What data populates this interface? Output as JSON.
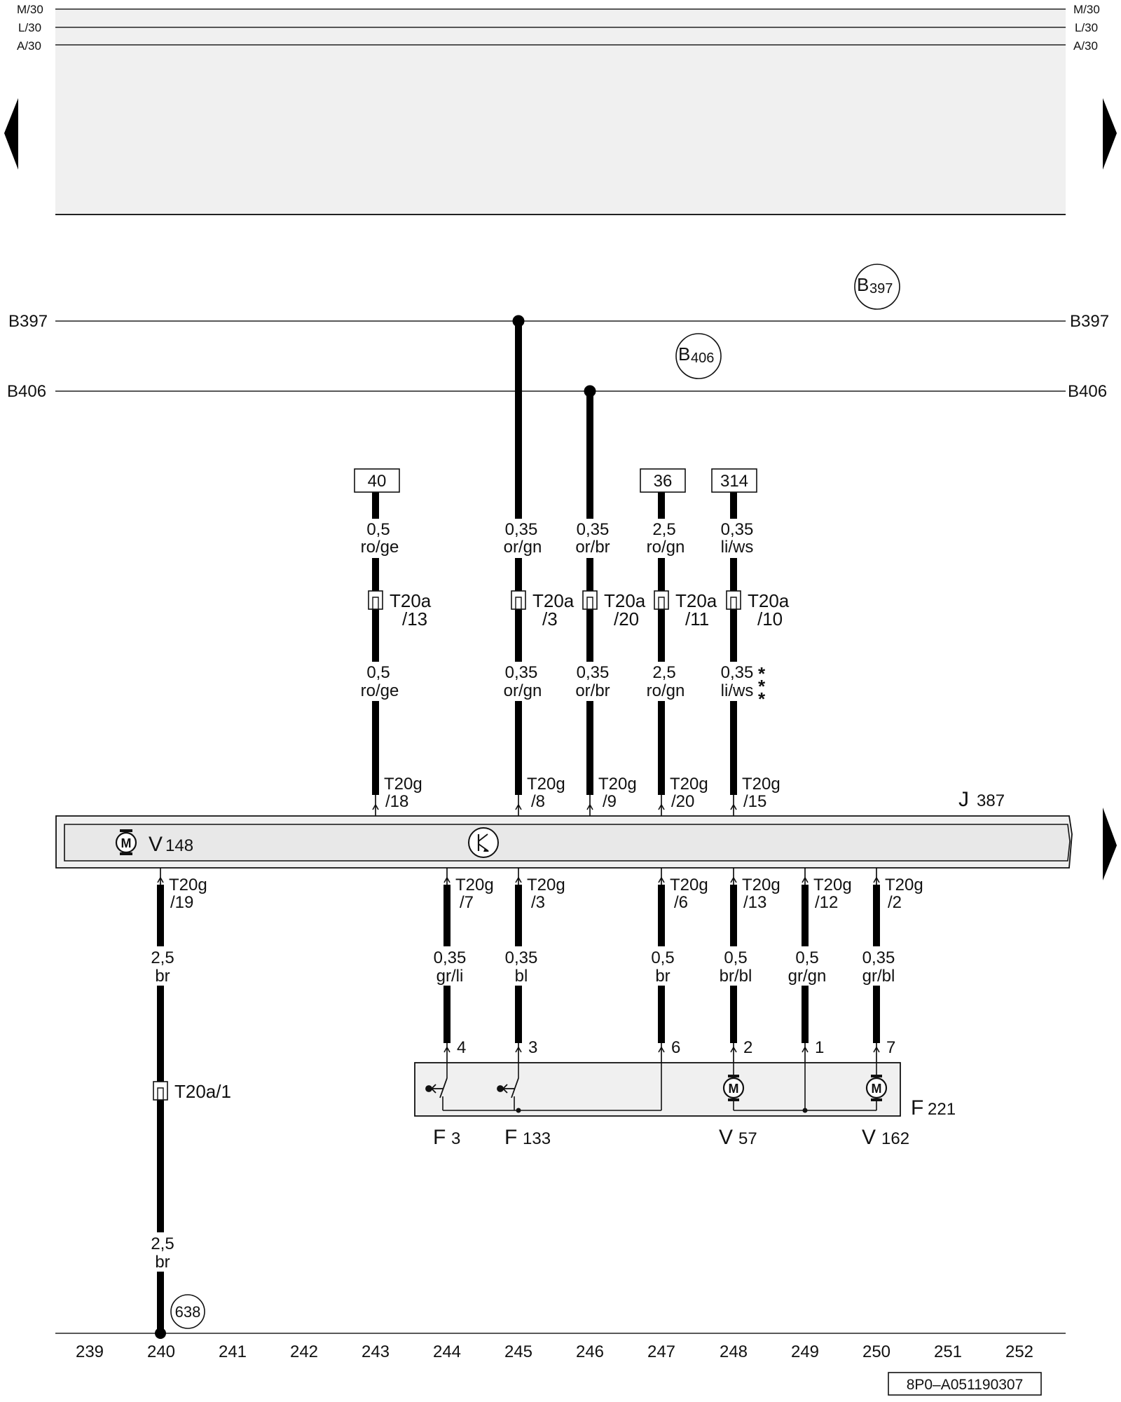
{
  "rails": {
    "top": [
      "M/30",
      "L/30",
      "A/30"
    ],
    "b397": "B397",
    "b406": "B406"
  },
  "circles": {
    "b397": {
      "main": "B",
      "sub": "397"
    },
    "b406": {
      "main": "B",
      "sub": "406"
    },
    "ground": "638"
  },
  "boxes": {
    "w40": "40",
    "w36": "36",
    "w314": "314"
  },
  "upper_wires": {
    "w243": {
      "top_gauge": "0,5",
      "top_color": "ro/ge",
      "conn": "T20a",
      "conn_pin": "/13",
      "bot_gauge": "0,5",
      "bot_color": "ro/ge",
      "pin": "T20g",
      "pin_no": "/18"
    },
    "w245": {
      "top_gauge": "0,35",
      "top_color": "or/gn",
      "conn": "T20a",
      "conn_pin": "/3",
      "bot_gauge": "0,35",
      "bot_color": "or/gn",
      "pin": "T20g",
      "pin_no": "/8"
    },
    "w246": {
      "top_gauge": "0,35",
      "top_color": "or/br",
      "conn": "T20a",
      "conn_pin": "/20",
      "bot_gauge": "0,35",
      "bot_color": "or/br",
      "pin": "T20g",
      "pin_no": "/9"
    },
    "w247": {
      "top_gauge": "2,5",
      "top_color": "ro/gn",
      "conn": "T20a",
      "conn_pin": "/11",
      "bot_gauge": "2,5",
      "bot_color": "ro/gn",
      "pin": "T20g",
      "pin_no": "/20"
    },
    "w248": {
      "top_gauge": "0,35",
      "top_color": "li/ws",
      "conn": "T20a",
      "conn_pin": "/10",
      "bot_gauge": "0,35",
      "bot_color": "li/ws",
      "pin": "T20g",
      "pin_no": "/15",
      "stars": "*"
    }
  },
  "lower_wires": {
    "w240": {
      "pin": "T20g",
      "pin_no": "/19",
      "gauge1": "2,5",
      "color1": "br",
      "conn": "T20a/1",
      "gauge2": "2,5",
      "color2": "br"
    },
    "w244": {
      "pin": "T20g",
      "pin_no": "/7",
      "gauge": "0,35",
      "color": "gr/li",
      "term": "4"
    },
    "w245": {
      "pin": "T20g",
      "pin_no": "/3",
      "gauge": "0,35",
      "color": "bl",
      "term": "3"
    },
    "w247": {
      "pin": "T20g",
      "pin_no": "/6",
      "gauge": "0,5",
      "color": "br",
      "term": "6"
    },
    "w248": {
      "pin": "T20g",
      "pin_no": "/13",
      "gauge": "0,5",
      "color": "br/bl",
      "term": "2"
    },
    "w249": {
      "pin": "T20g",
      "pin_no": "/12",
      "gauge": "0,5",
      "color": "gr/gn",
      "term": "1"
    },
    "w250": {
      "pin": "T20g",
      "pin_no": "/2",
      "gauge": "0,35",
      "color": "gr/bl",
      "term": "7"
    }
  },
  "components": {
    "j387": {
      "main": "J",
      "sub": "387"
    },
    "v148": {
      "main": "V",
      "sub": "148"
    },
    "f221": {
      "main": "F",
      "sub": "221"
    },
    "f3": {
      "main": "F",
      "sub": "3"
    },
    "f133": {
      "main": "F",
      "sub": "133"
    },
    "v57": {
      "main": "V",
      "sub": "57"
    },
    "v162": {
      "main": "V",
      "sub": "162"
    },
    "motor_symbol": "M"
  },
  "track_numbers": [
    "239",
    "240",
    "241",
    "242",
    "243",
    "244",
    "245",
    "246",
    "247",
    "248",
    "249",
    "250",
    "251",
    "252"
  ],
  "doc_id": "8P0–A051190307",
  "icons": [
    "arrow-left-icon",
    "arrow-right-icon",
    "motor-icon",
    "transistor-icon",
    "switch-icon",
    "connector-icon"
  ]
}
